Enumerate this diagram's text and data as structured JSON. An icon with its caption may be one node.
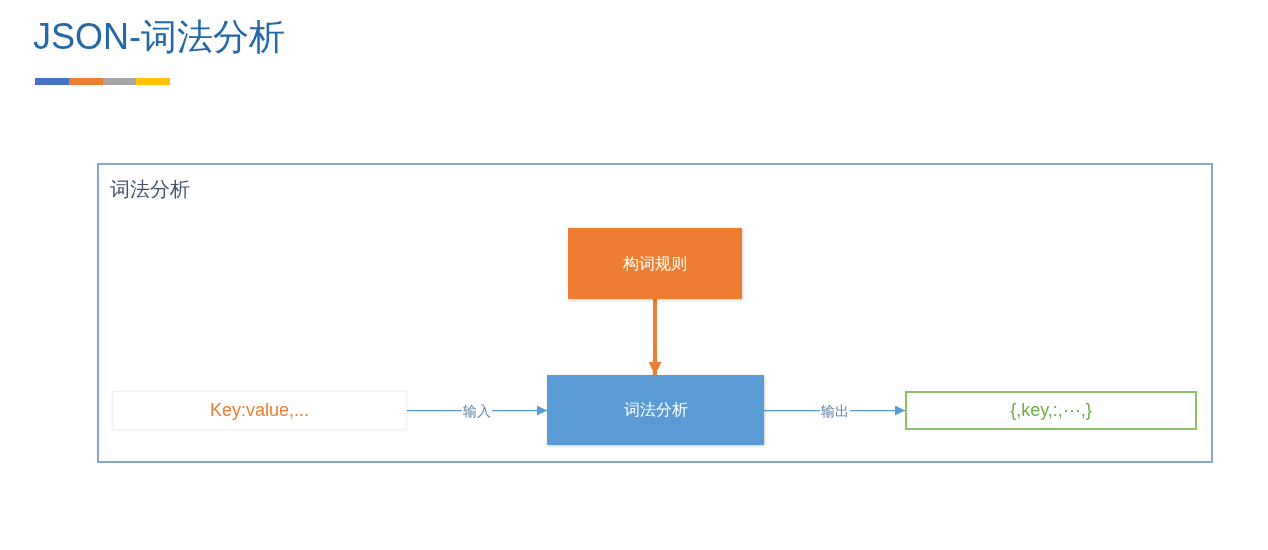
{
  "diagram": {
    "title": "JSON-词法分析",
    "nodes": [
      {
        "text": [
          "词法分析"
        ]
      },
      {
        "text": [
          "Key:value,..."
        ],
        "in": 0
      },
      {
        "text": [
          "构词规则"
        ],
        "in": 0
      },
      {
        "text": [
          "词法分析"
        ],
        "in": 0
      },
      {
        "text": [
          "{,key,:,⋯,}"
        ],
        "in": 0
      }
    ],
    "edges": [
      {
        "from": 1,
        "to": 3,
        "arrow": "to",
        "label": "输入"
      },
      {
        "from": 2,
        "to": 3,
        "arrow": "to",
        "style": "thick",
        "color": "#ed7d31"
      },
      {
        "from": 3,
        "to": 4,
        "arrow": "to",
        "label": "输出"
      }
    ]
  }
}
